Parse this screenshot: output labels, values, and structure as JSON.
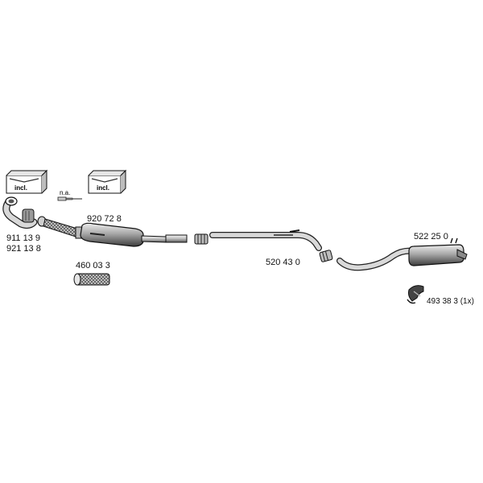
{
  "labels": {
    "part_front_pipe_a": "911 13 9",
    "part_front_pipe_b": "921 13 8",
    "part_catalyst": "920 72 8",
    "part_flex_pipe": "460 03 3",
    "part_middle_pipe": "520 43 0",
    "part_rear_silencer": "522 25 0",
    "part_hanger": "493 38 3 (1x)",
    "not_available": "n.a.",
    "included_box_1": "incl.",
    "included_box_2": "incl."
  },
  "colors": {
    "ink": "#111111",
    "part_fill": "#d8d8d8",
    "dark": "#333333"
  }
}
